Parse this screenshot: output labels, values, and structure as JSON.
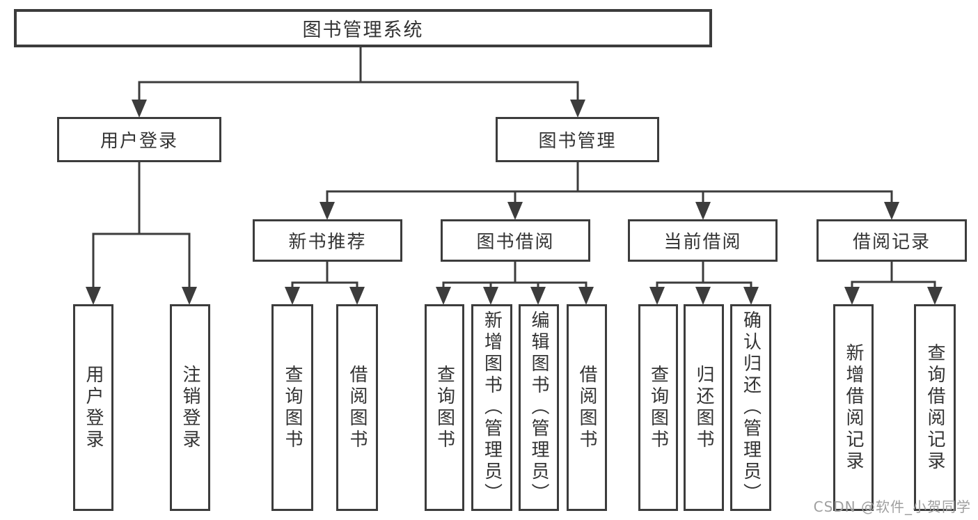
{
  "nodes": {
    "root": "图书管理系统",
    "level2": [
      "用户登录",
      "图书管理"
    ],
    "level3": [
      "新书推荐",
      "图书借阅",
      "当前借阅",
      "借阅记录"
    ],
    "user_login_children": [
      "用户登录",
      "注销登录"
    ],
    "new_book_children": [
      "查询图书",
      "借阅图书"
    ],
    "book_borrow_children": [
      "查询图书",
      "新增图书（管理员）",
      "编辑图书（管理员）",
      "借阅图书"
    ],
    "current_borrow_children": [
      "查询图书",
      "归还图书",
      "确认归还（管理员）"
    ],
    "borrow_record_children": [
      "新增借阅记录",
      "查询借阅记录"
    ]
  },
  "watermark": "CSDN @软件_小贺同学",
  "colors": {
    "line": "#3c3c3c",
    "box_bg": "#ffffff",
    "text": "#333333",
    "watermark": "#9f9f9f",
    "page_bg": "#ffffff"
  }
}
